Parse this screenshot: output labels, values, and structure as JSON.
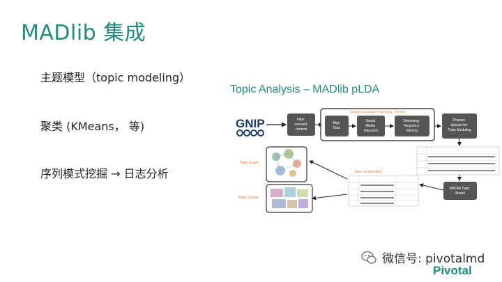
{
  "slide": {
    "title": "MADlib 集成",
    "bullets": [
      "主题模型（topic modeling）",
      "聚类 (KMeans， 等)",
      "序列模式挖掘 → 日志分析"
    ]
  },
  "diagram": {
    "title": "Topic Analysis – MADlib pLDA",
    "gnip_logo": "GNIP",
    "nlp_label": "Natural Language Processing - GPText",
    "boxes": {
      "filter": [
        "Filter",
        "relevant",
        "content"
      ],
      "align": [
        "Align",
        "Data"
      ],
      "social": [
        "Social",
        "Media",
        "Tokenizer"
      ],
      "stemming": [
        "Stemming,",
        "frequency",
        "filtering"
      ],
      "prepare": [
        "Prepare",
        "dataset for",
        "Topic Modeling"
      ],
      "madlib": [
        "MADlib Topic",
        "Model"
      ]
    },
    "topic_graph_label": "Topic Graph",
    "topic_clouds_label": "Topic Clouds",
    "topic_composition_label": "Topic composition"
  },
  "footer": {
    "wechat": "微信号: pivotalmd",
    "brand": "Pivotal"
  },
  "colors": {
    "accent": "#1e8c7c",
    "orange": "#e07a2e"
  }
}
